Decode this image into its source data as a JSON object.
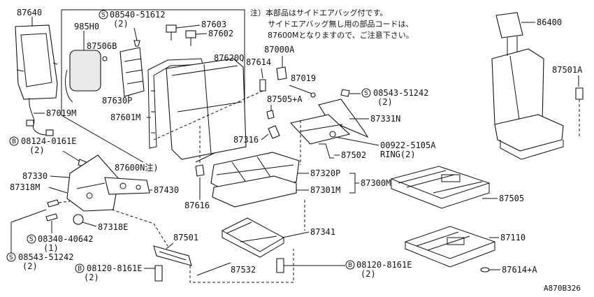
{
  "note": {
    "line1": "注）本部品はサイドエアバッグ付です。",
    "line2": "サイドエアバッグ無し用の部品コードは、",
    "line3": "87600Mとなりますので、ご注意下さい。"
  },
  "labels": {
    "p87640": "87640",
    "p985H0": "985H0",
    "p87506B": "87506B",
    "p08540": "08540-51612",
    "p08540q": "(2)",
    "p87603": "87603",
    "p87602": "87602",
    "p87620Q": "87620Q",
    "p87614": "87614",
    "p87000A": "87000A",
    "p87019": "87019",
    "p87630P": "87630P",
    "p87601M": "87601M",
    "p87019M": "87019M",
    "p08124": "08124-0161E",
    "p08124q": "(2)",
    "p87600N": "87600N注)",
    "p87505A": "87505+A",
    "p08543a": "08543-51242",
    "p08543aq": "(2)",
    "p87331N": "87331N",
    "p87316": "87316",
    "p00922": "00922-5105A",
    "pRING": "RING(2)",
    "p87502": "87502",
    "p87330": "87330",
    "p87318M": "87318M",
    "p87430": "87430",
    "p87320P": "87320P",
    "p87300M": "87300M",
    "p87301M": "87301M",
    "p87616": "87616",
    "p87318E": "87318E",
    "p08340": "08340-40642",
    "p08340q": "(1)",
    "p08543b": "08543-51242",
    "p08543bq": "(2)",
    "p87501": "87501",
    "p87341": "87341",
    "p08120a": "08120-8161E",
    "p08120aq": "(2)",
    "p87532": "87532",
    "p08120b": "08120-8161E",
    "p08120bq": "(2)",
    "p86400": "86400",
    "p87501A": "87501A",
    "p87505": "87505",
    "p87110": "87110",
    "p87614A": "87614+A",
    "code": "A870B326"
  },
  "markers": {
    "s": "S",
    "b": "B"
  }
}
